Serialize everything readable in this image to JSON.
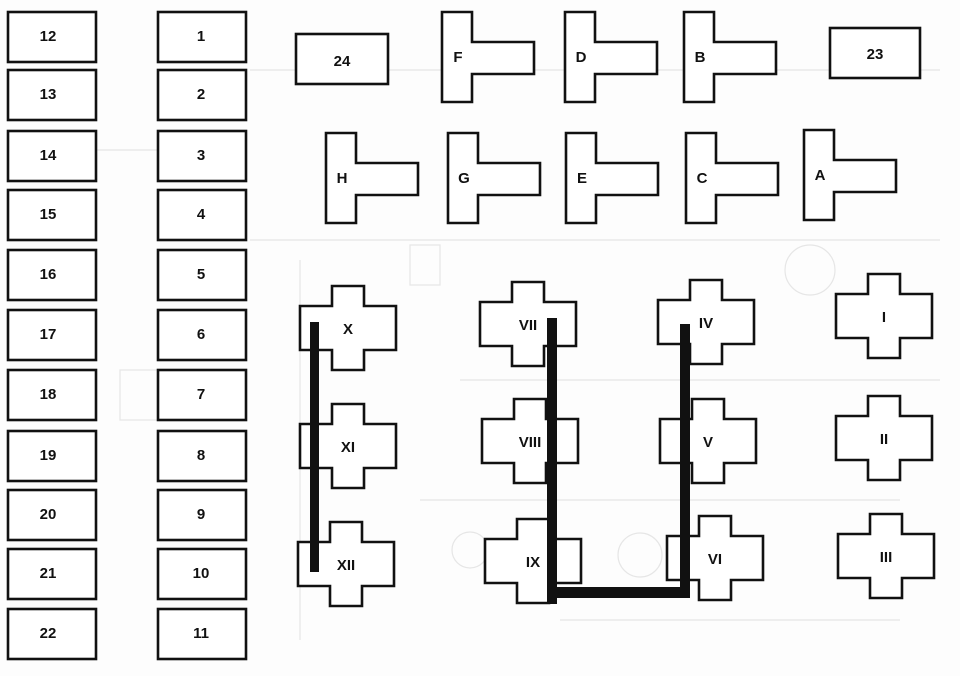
{
  "colors": {
    "ink": "#111111",
    "paper": "#ffffff",
    "ghost": "#e6e6e6"
  },
  "fuses_left": [
    "12",
    "13",
    "14",
    "15",
    "16",
    "17",
    "18",
    "19",
    "20",
    "21",
    "22"
  ],
  "fuses_right": [
    "1",
    "2",
    "3",
    "4",
    "5",
    "6",
    "7",
    "8",
    "9",
    "10",
    "11"
  ],
  "top_boxes": [
    "24",
    "23"
  ],
  "relays_t_top": [
    "F",
    "D",
    "B"
  ],
  "relays_t_bottom": [
    "H",
    "G",
    "E",
    "C",
    "A"
  ],
  "relays_cross": [
    "X",
    "XI",
    "XII",
    "VII",
    "VIII",
    "IX",
    "IV",
    "V",
    "VI",
    "I",
    "II",
    "III"
  ]
}
